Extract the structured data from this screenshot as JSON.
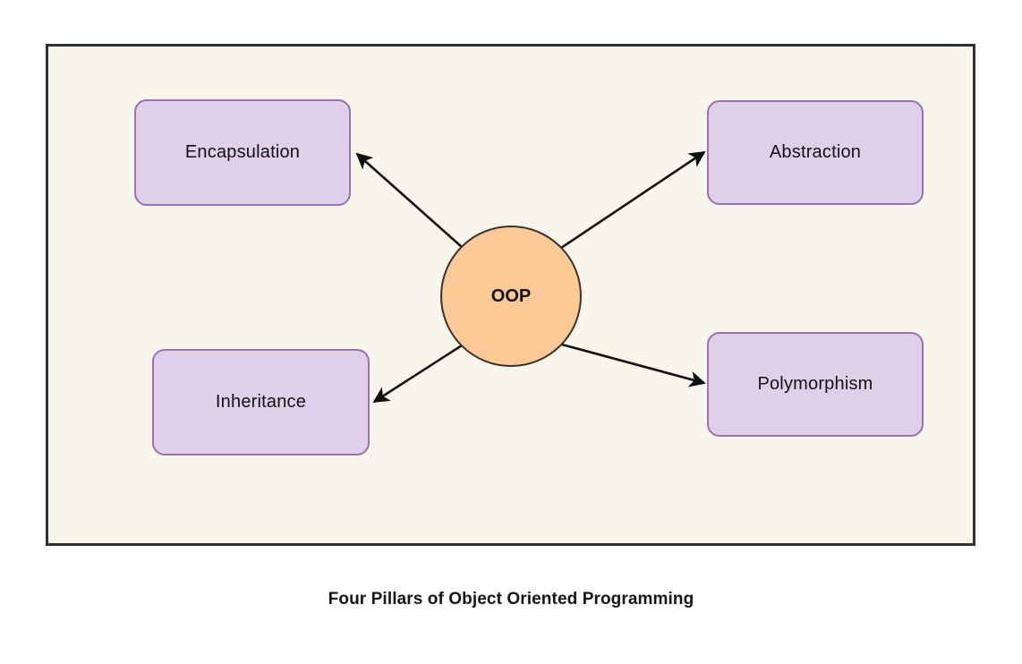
{
  "diagram": {
    "caption": "Four Pillars of Object Oriented Programming",
    "background_color": "#f8f5ea",
    "frame_border_color": "#2e3132",
    "node_fill_color": "#ded0e8",
    "node_border_color": "#9b72ae",
    "hub_fill_color": "#fac996",
    "hub_border_color": "#3a322c",
    "arrow_color": "#111111",
    "center": {
      "label": "OOP",
      "shape": "circle"
    },
    "nodes": [
      {
        "id": "encapsulation",
        "label": "Encapsulation",
        "position": "top-left"
      },
      {
        "id": "abstraction",
        "label": "Abstraction",
        "position": "top-right"
      },
      {
        "id": "inheritance",
        "label": "Inheritance",
        "position": "bottom-left"
      },
      {
        "id": "polymorphism",
        "label": "Polymorphism",
        "position": "bottom-right"
      }
    ],
    "edges": [
      {
        "from": "OOP",
        "to": "Encapsulation",
        "style": "solid-arrow"
      },
      {
        "from": "OOP",
        "to": "Abstraction",
        "style": "solid-arrow"
      },
      {
        "from": "OOP",
        "to": "Inheritance",
        "style": "solid-arrow"
      },
      {
        "from": "OOP",
        "to": "Polymorphism",
        "style": "solid-arrow"
      }
    ]
  }
}
